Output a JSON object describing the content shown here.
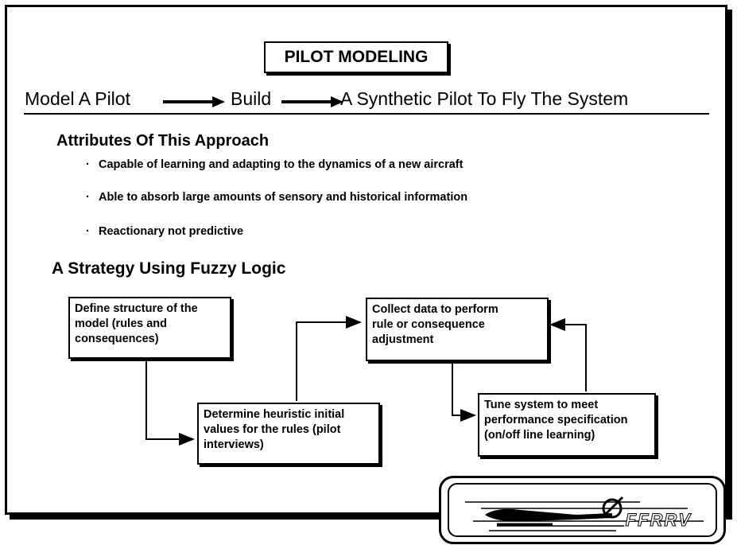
{
  "title": "PILOT MODELING",
  "flow": {
    "step1": "Model A Pilot",
    "step2": "Build",
    "step3": "A Synthetic Pilot To Fly The System"
  },
  "attributes": {
    "heading": "Attributes Of This Approach",
    "items": [
      "Capable of learning and adapting to the dynamics of a new aircraft",
      "Able to absorb large amounts of sensory and historical information",
      "Reactionary not predictive"
    ]
  },
  "strategy": {
    "heading": "A Strategy Using Fuzzy Logic",
    "boxes": {
      "define": "Define structure of the\nmodel (rules and\nconsequences)",
      "determine": "Determine heuristic initial\nvalues for the rules (pilot\ninterviews)",
      "collect": "Collect data to perform\nrule or consequence\nadjustment",
      "tune": "Tune system to meet\nperformance specification\n(on/off line learning)"
    }
  },
  "logo": {
    "text": "FFRRV",
    "icon": "helicopter-icon"
  }
}
